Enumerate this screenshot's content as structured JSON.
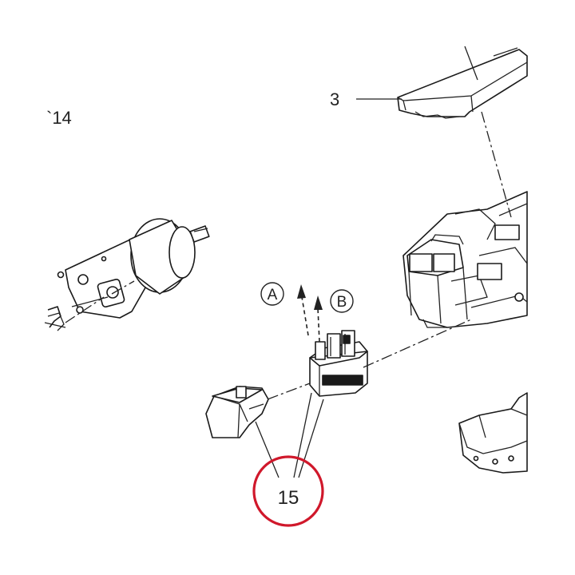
{
  "diagram": {
    "labels": {
      "part_3": "3",
      "part_14": "`14",
      "part_15": "15",
      "direction_a": "A",
      "direction_b": "B"
    },
    "colors": {
      "line": "#222222",
      "highlight": "#d0182b",
      "background": "#ffffff"
    }
  }
}
